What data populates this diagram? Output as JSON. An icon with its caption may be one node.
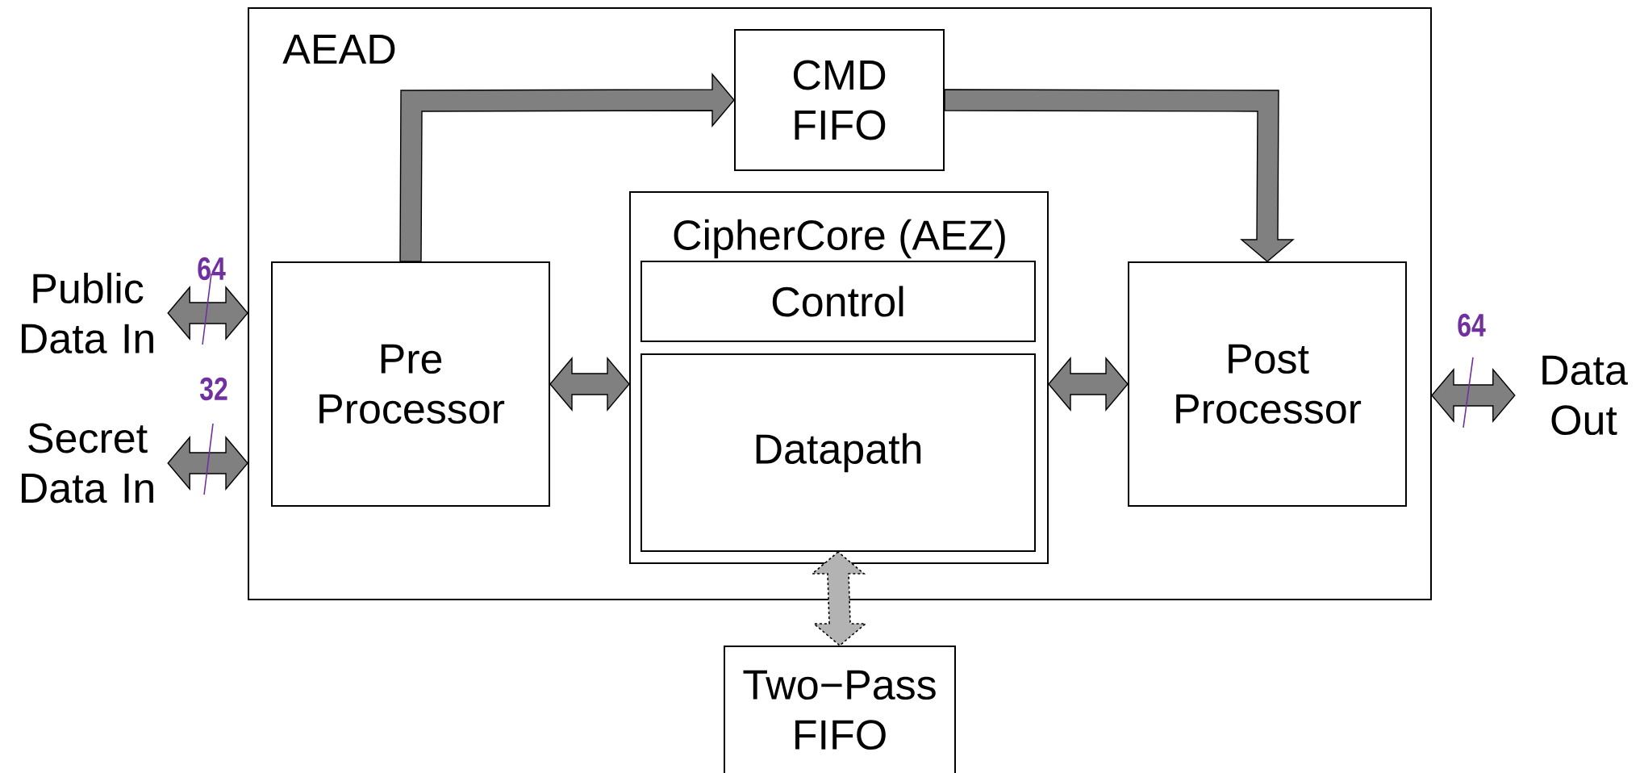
{
  "diagram": {
    "nodes": [
      {
        "text": [
          "AEAD"
        ]
      },
      {
        "text": [
          "CMD FIFO"
        ],
        "in": 0
      },
      {
        "text": [
          "Pre Processor"
        ],
        "in": 0
      },
      {
        "text": [
          "CipherCore (AEZ)"
        ],
        "in": 0
      },
      {
        "text": [
          "Control"
        ],
        "in": 3
      },
      {
        "text": [
          "Datapath"
        ],
        "in": 3
      },
      {
        "text": [
          "Post Processor"
        ],
        "in": 0
      },
      {
        "text": [
          "Two−Pass FIFO"
        ]
      },
      {
        "text": [
          "Public Data In"
        ]
      },
      {
        "text": [
          "Secret Data In"
        ]
      },
      {
        "text": [
          "Data Out"
        ]
      }
    ],
    "edges": [
      {
        "from": 8,
        "to": 0,
        "arrow": "both"
      },
      {
        "from": 9,
        "to": 0,
        "arrow": "both"
      },
      {
        "from": 2,
        "to": 1,
        "arrow": "to"
      },
      {
        "from": 1,
        "to": 6,
        "arrow": "to"
      },
      {
        "from": 2,
        "to": 3,
        "arrow": "both"
      },
      {
        "from": 3,
        "to": 6,
        "arrow": "both"
      },
      {
        "from": 0,
        "to": 10,
        "arrow": "both"
      },
      {
        "from": 5,
        "to": 7,
        "arrow": "both",
        "style": "dashed",
        "color": "#b3b3b3"
      }
    ],
    "labels": [
      "64",
      "32",
      "64"
    ]
  }
}
